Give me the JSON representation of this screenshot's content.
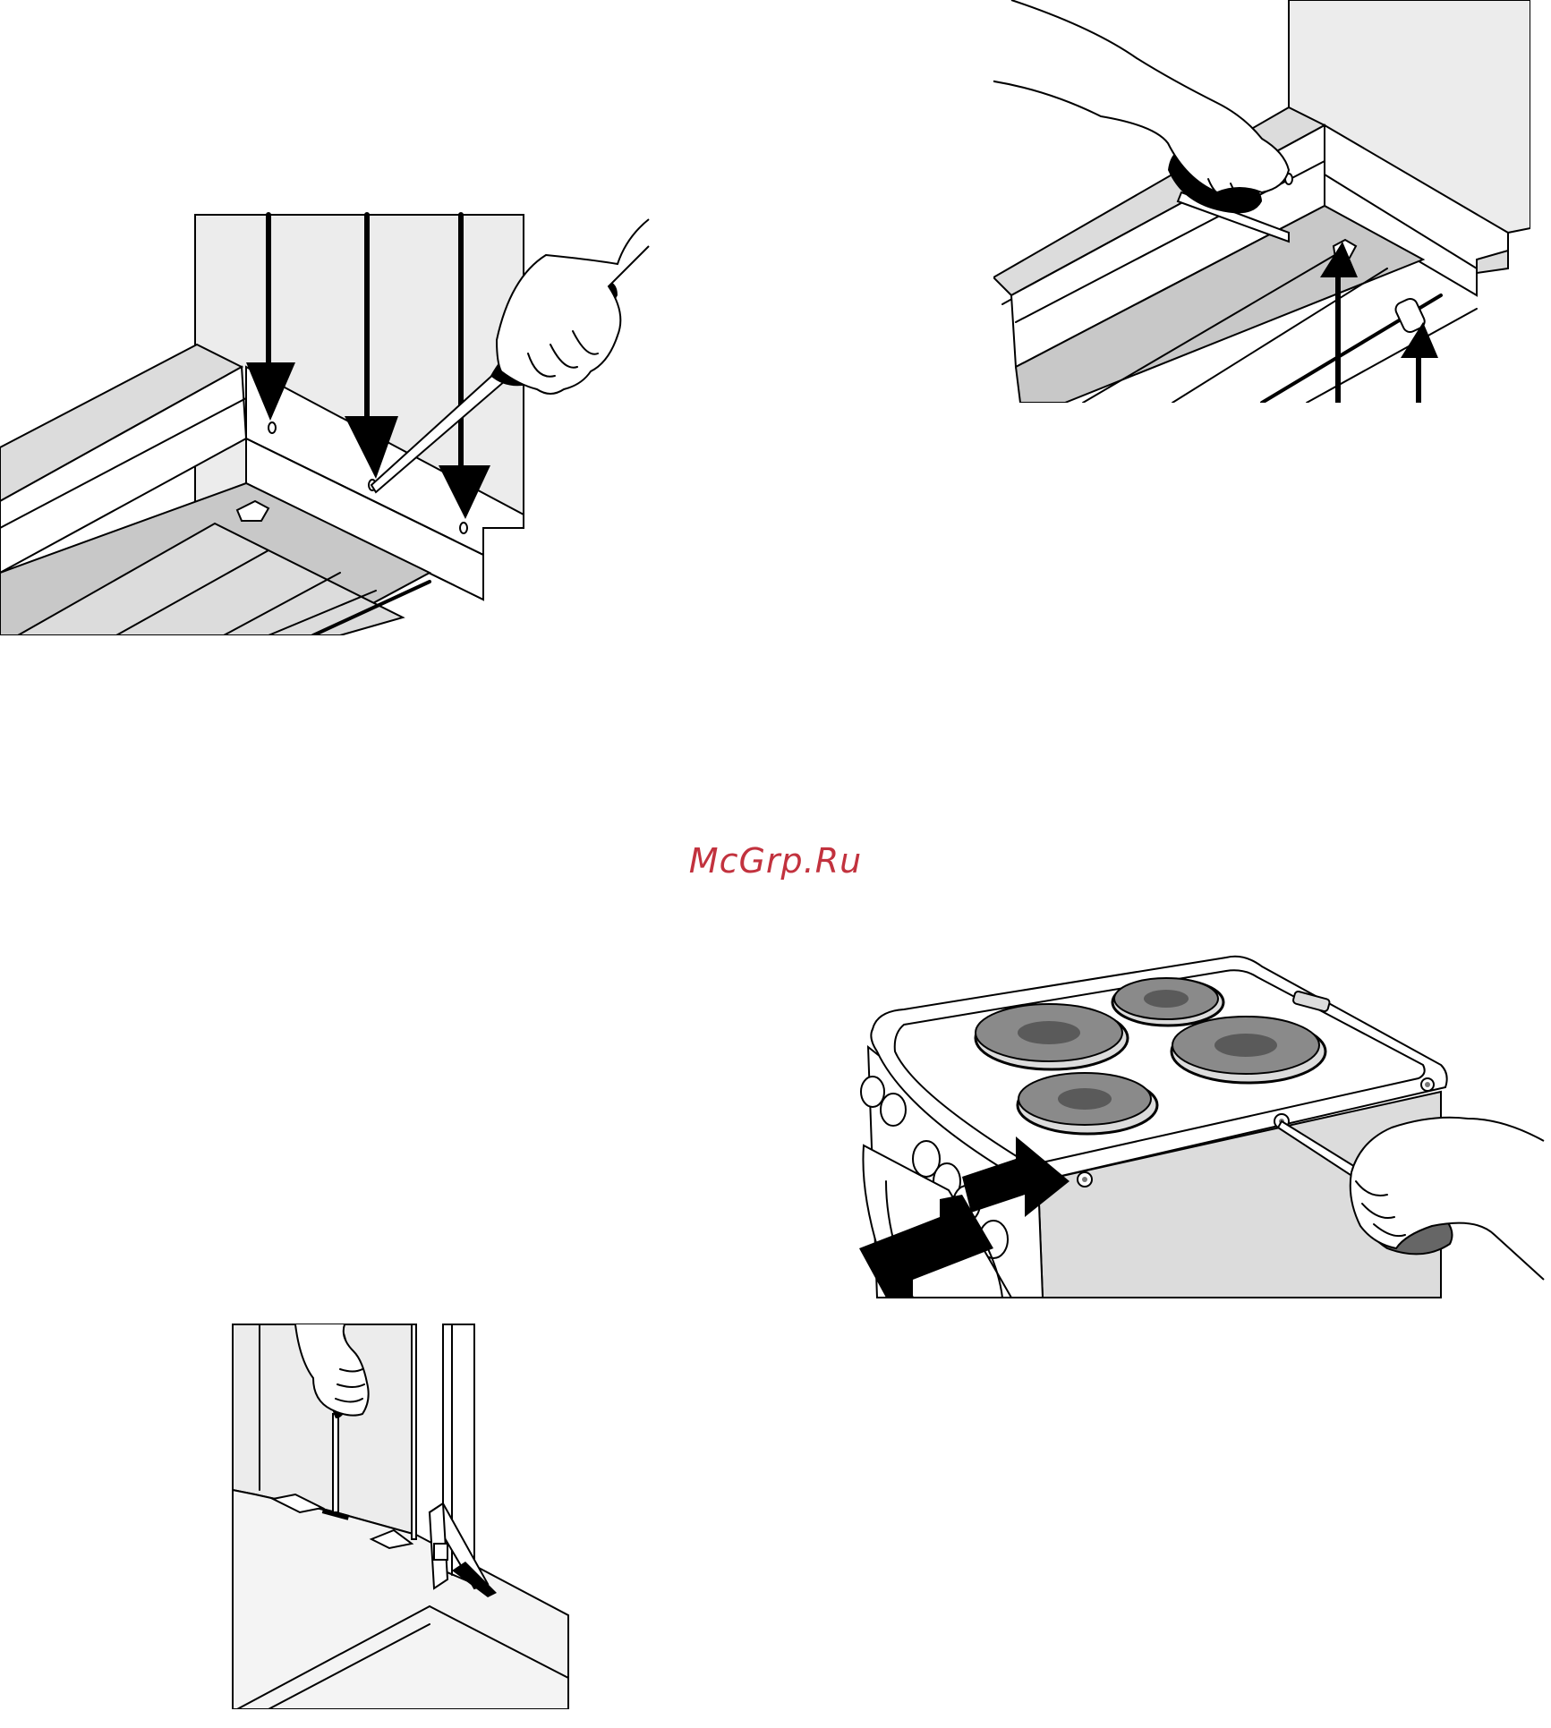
{
  "watermark": {
    "text": "McGrp.Ru",
    "color": "#c2323e"
  },
  "figures": [
    {
      "name": "figure-top-left",
      "icons": [
        "screwdriver-icon",
        "hand-icon",
        "down-arrow-icon"
      ]
    },
    {
      "name": "figure-top-right",
      "icons": [
        "screwdriver-icon",
        "hand-icon",
        "up-arrow-icon"
      ]
    },
    {
      "name": "figure-middle-right",
      "icons": [
        "cooker-icon",
        "hotplate-icon",
        "screwdriver-icon",
        "hand-icon",
        "double-arrow-icon"
      ]
    },
    {
      "name": "figure-bottom-left",
      "icons": [
        "screwdriver-icon",
        "hand-icon",
        "hinge-bracket-icon"
      ]
    }
  ],
  "colors": {
    "line": "#000000",
    "panel_fill": "#ececec",
    "shadow_fill": "#dcdcdc"
  }
}
